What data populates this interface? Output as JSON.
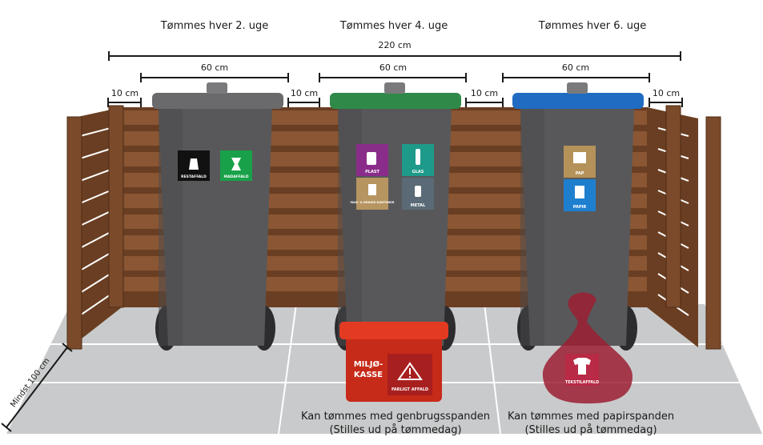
{
  "frequencies": {
    "bin1": "Tømmes hver 2. uge",
    "bin2": "Tømmes hver 4. uge",
    "bin3": "Tømmes hver 6. uge"
  },
  "dimensions": {
    "total": "220 cm",
    "bin_width": "60 cm",
    "gap": "10 cm",
    "depth": "Mindst 100 cm"
  },
  "stickers": {
    "restaffald": "RESTAFFALD",
    "madaffald": "MADAFFALD",
    "plast": "PLAST",
    "glas": "GLAS",
    "mad_drikke": "MAD- & DRIKKE-KARTONER",
    "metal": "METAL",
    "pap": "PAP",
    "papir": "PAPIR"
  },
  "miljokasse": {
    "title_line1": "MILJØ-",
    "title_line2": "KASSE",
    "warning": "FARLIGT AFFALD"
  },
  "bag": {
    "label": "TEKSTILAFFALD"
  },
  "captions": {
    "left_line1": "Kan tømmes med genbrugsspanden",
    "left_line2": "(Stilles ud på tømmedag)",
    "right_line1": "Kan tømmes med papirspanden",
    "right_line2": "(Stilles ud på tømmedag)"
  },
  "colors": {
    "fence": "#7b4a2a",
    "bin_body": "#58585a",
    "lid_gray": "#6a6a6c",
    "lid_green": "#2f8a4a",
    "lid_blue": "#1f6cc2",
    "miljokasse_red": "#d9301c",
    "bag_red": "#9b1e32",
    "floor": "#c9cacb"
  }
}
